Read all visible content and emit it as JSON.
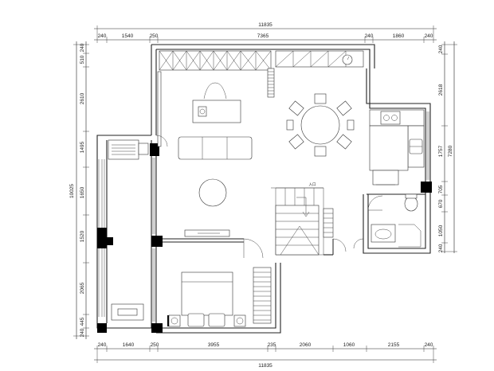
{
  "dimensions": {
    "top_total": "11835",
    "top_segments": [
      "240",
      "1540",
      "250",
      "7365",
      "240",
      "1860",
      "240"
    ],
    "bottom_total": "11835",
    "bottom_segments": [
      "240",
      "1640",
      "250",
      "3955",
      "235",
      "2060",
      "1060",
      "2155",
      "240"
    ],
    "left_total": "10025",
    "left_segments": [
      "240",
      "510",
      "2610",
      "1495",
      "1650",
      "1520",
      "2065",
      "445",
      "240"
    ],
    "right_total": "7280",
    "right_segments": [
      "240",
      "2618",
      "1757",
      "705",
      "670",
      "1050",
      "240"
    ]
  },
  "labels": {
    "entry_mark": "入口"
  }
}
